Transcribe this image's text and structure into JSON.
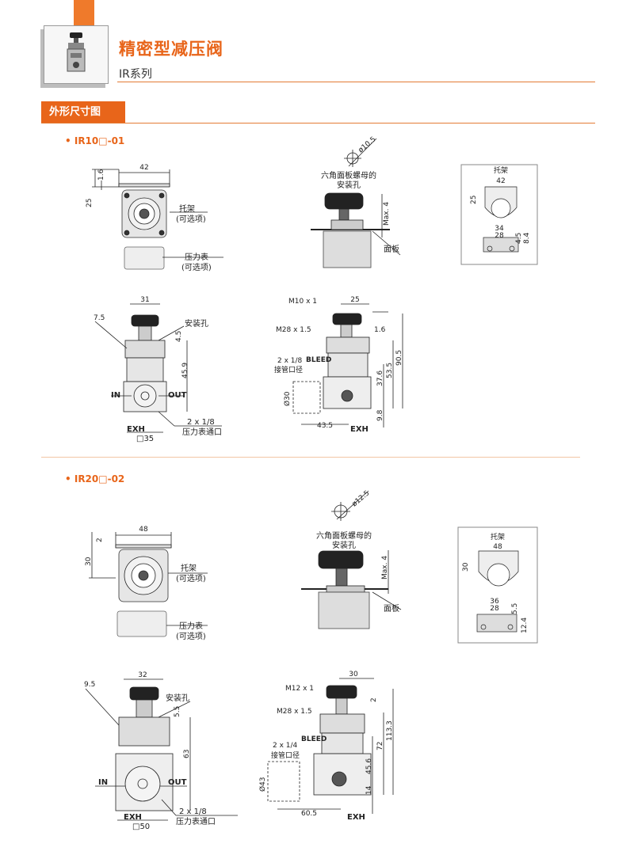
{
  "header": {
    "title": "精密型减压阀",
    "subtitle": "IR系列",
    "section": "外形尺寸图"
  },
  "ir10": {
    "model": "• IR10□-01",
    "front": {
      "w": "42",
      "d1": "1.6",
      "d2": "25",
      "bracket": "托架",
      "bracket_opt": "(可选项)",
      "gauge": "压力表",
      "gauge_opt": "(可选项)"
    },
    "panel": {
      "dia": "ø10.5",
      "hole1": "六角面板螺母的",
      "hole2": "安装孔",
      "max": "Max. 4",
      "panel": "面板"
    },
    "bracket_detail": {
      "title": "托架",
      "w": "42",
      "h": "25",
      "a": "34",
      "b": "28",
      "c": "4.5",
      "d": "8.4"
    },
    "bottom": {
      "w": "31",
      "l": "7.5",
      "hole": "安装孔",
      "h1": "4.5",
      "h2": "45.9",
      "in": "IN",
      "out": "OUT",
      "exh": "EXH",
      "size": "□35",
      "port": "2 x 1/8",
      "port_lbl": "压力表通口"
    },
    "side": {
      "m1": "M10 x 1",
      "m2": "M28 x 1.5",
      "w": "25",
      "t": "1.6",
      "bleed": "BLEED",
      "pipe": "2 x 1/8",
      "pipe_lbl": "接管口径",
      "dia": "Ø30",
      "h1": "37.6",
      "h2": "53.5",
      "h3": "90.5",
      "h4": "9.8",
      "l": "43.5",
      "exh": "EXH"
    }
  },
  "ir20": {
    "model": "• IR20□-02",
    "front": {
      "w": "48",
      "d1": "2",
      "d2": "30",
      "bracket": "托架",
      "bracket_opt": "(可选项)",
      "gauge": "压力表",
      "gauge_opt": "(可选项)"
    },
    "panel": {
      "dia": "ø12.5",
      "hole1": "六角面板螺母的",
      "hole2": "安装孔",
      "max": "Max. 4",
      "panel": "面板"
    },
    "bracket_detail": {
      "title": "托架",
      "w": "48",
      "h": "30",
      "a": "36",
      "b": "28",
      "c": "5.5",
      "d": "12.4"
    },
    "bottom": {
      "w": "32",
      "l": "9.5",
      "hole": "安装孔",
      "h1": "5.5",
      "h2": "63",
      "in": "IN",
      "out": "OUT",
      "exh": "EXH",
      "size": "□50",
      "port": "2 x 1/8",
      "port_lbl": "压力表通口"
    },
    "side": {
      "m1": "M12 x 1",
      "m2": "M28 x 1.5",
      "w": "30",
      "t": "2",
      "bleed": "BLEED",
      "pipe": "2 x 1/4",
      "pipe_lbl": "接管口径",
      "dia": "Ø43",
      "h1": "45.6",
      "h2": "72",
      "h3": "113.3",
      "h4": "14",
      "l": "60.5",
      "exh": "EXH"
    }
  },
  "icons": [
    "regulator-product-icon"
  ]
}
